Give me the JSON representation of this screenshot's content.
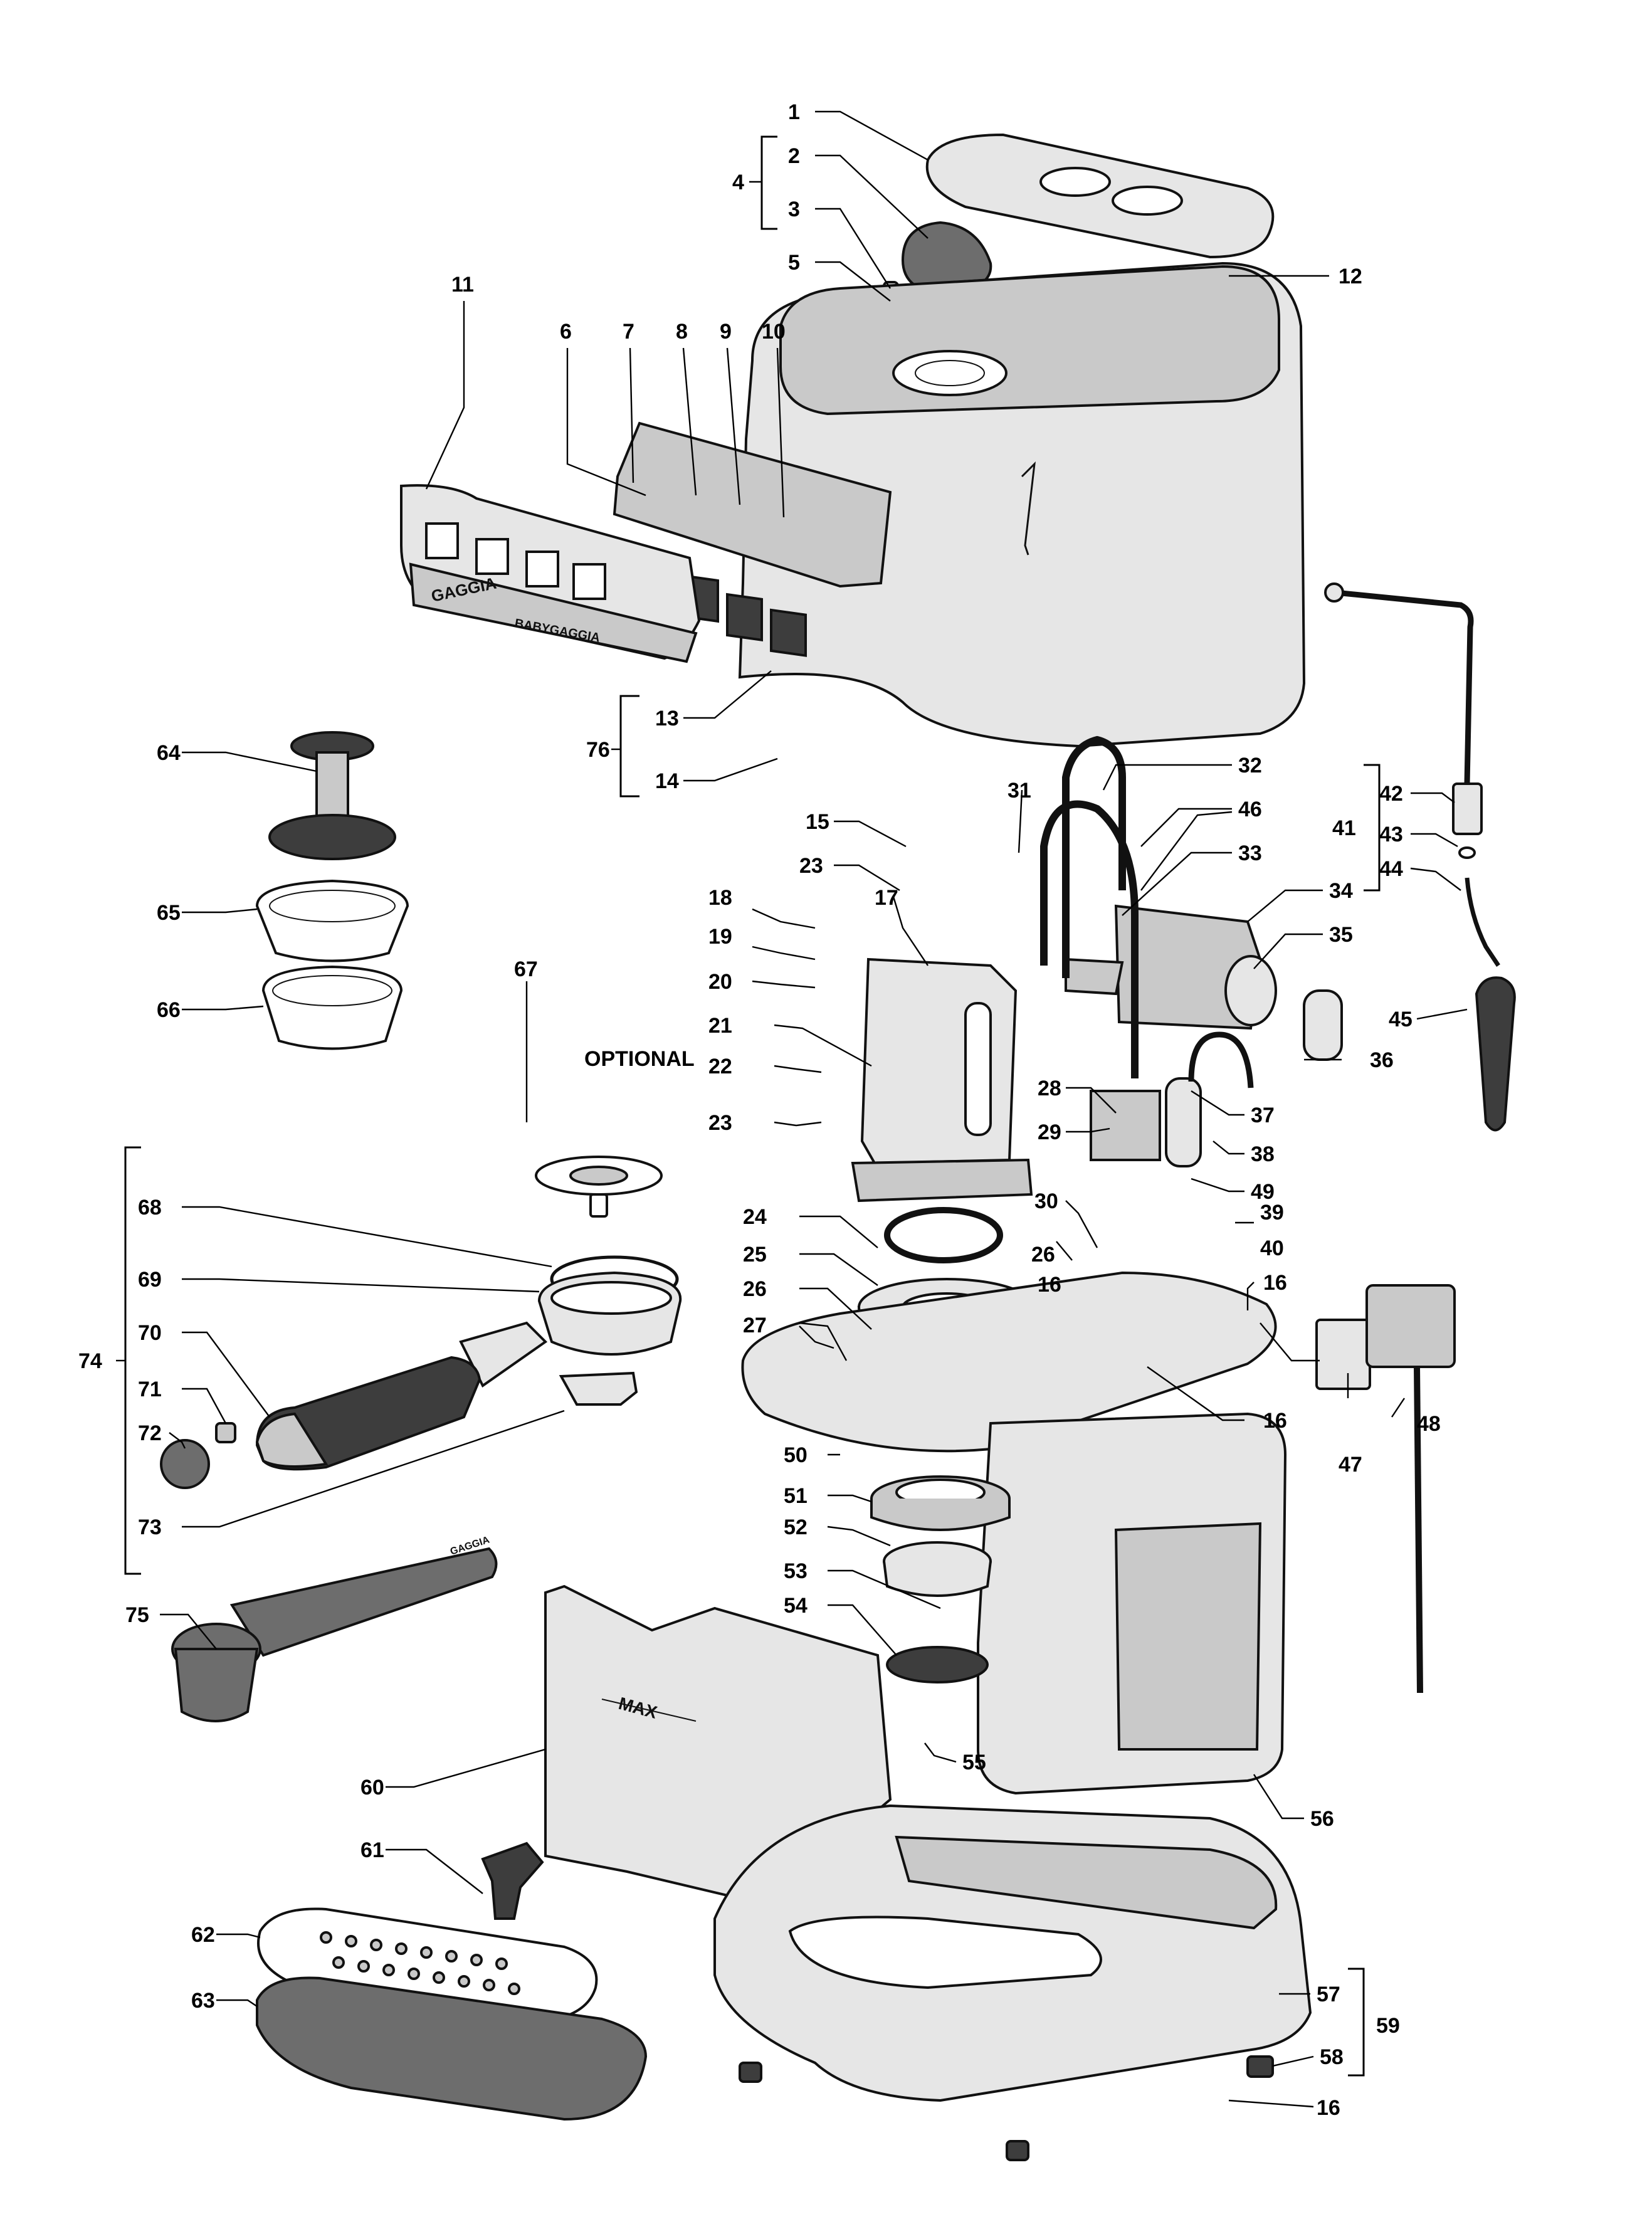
{
  "optional_label": "OPTIONAL",
  "brand_text": {
    "logo": "GAGGIA",
    "model": "BABYGAGGIA"
  },
  "tank_marking": "MAX",
  "scoop_marking": "GAGGIA",
  "callouts": [
    "1",
    "2",
    "3",
    "4",
    "5",
    "6",
    "7",
    "8",
    "9",
    "10",
    "11",
    "12",
    "13",
    "14",
    "15",
    "16",
    "16",
    "16",
    "16",
    "17",
    "18",
    "19",
    "20",
    "21",
    "22",
    "23",
    "23",
    "24",
    "25",
    "26",
    "26",
    "27",
    "28",
    "29",
    "30",
    "31",
    "32",
    "33",
    "34",
    "35",
    "36",
    "37",
    "38",
    "39",
    "40",
    "41",
    "42",
    "43",
    "44",
    "45",
    "46",
    "47",
    "48",
    "49",
    "50",
    "51",
    "52",
    "53",
    "54",
    "55",
    "56",
    "57",
    "58",
    "59",
    "60",
    "61",
    "62",
    "63",
    "64",
    "65",
    "66",
    "67",
    "68",
    "69",
    "70",
    "71",
    "72",
    "73",
    "74",
    "75",
    "76"
  ]
}
